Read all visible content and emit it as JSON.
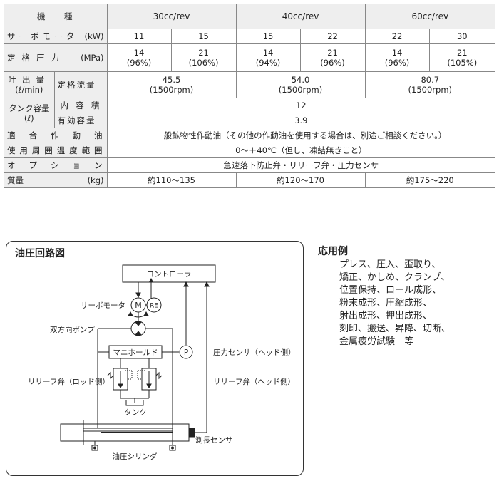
{
  "table": {
    "header": {
      "label": "機 種",
      "models": [
        "30cc/rev",
        "40cc/rev",
        "60cc/rev"
      ]
    },
    "servo_motor": {
      "label": "サーボモータ",
      "unit": "(kW)",
      "values": [
        "11",
        "15",
        "15",
        "22",
        "22",
        "30"
      ]
    },
    "rated_pressure": {
      "label": "定格圧力",
      "unit": "(MPa)",
      "values": [
        {
          "main": "14",
          "sub": "(96%)"
        },
        {
          "main": "21",
          "sub": "(106%)"
        },
        {
          "main": "14",
          "sub": "(94%)"
        },
        {
          "main": "21",
          "sub": "(96%)"
        },
        {
          "main": "14",
          "sub": "(96%)"
        },
        {
          "main": "21",
          "sub": "(105%)"
        }
      ]
    },
    "discharge": {
      "label": "吐出量",
      "unit": "(ℓ/min)",
      "sub_label": "定格流量",
      "values": [
        {
          "main": "45.5",
          "sub": "(1500rpm)"
        },
        {
          "main": "54.0",
          "sub": "(1500rpm)"
        },
        {
          "main": "80.7",
          "sub": "(1500rpm)"
        }
      ]
    },
    "tank": {
      "label": "タンク容量",
      "unit": "(ℓ)",
      "inner_label": "内容積",
      "inner_value": "12",
      "effective_label": "有効容量",
      "effective_value": "3.9"
    },
    "oil": {
      "label": "適合作動油",
      "value": "一般鉱物性作動油（その他の作動油を使用する場合は、別途ご相談ください。）"
    },
    "temperature": {
      "label": "使用周囲温度範囲",
      "value": "0～＋40℃（但し、凍結無きこと）"
    },
    "options": {
      "label": "オプション",
      "value": "急速落下防止弁・リリーフ弁・圧力センサ"
    },
    "mass": {
      "label": "質量",
      "unit": "(kg)",
      "values": [
        "約110～135",
        "約120～170",
        "約175～220"
      ]
    }
  },
  "circuit": {
    "title": "油圧回路図",
    "labels": {
      "controller": "コントローラ",
      "servo_motor": "サーボモータ",
      "motor_symbol": "M",
      "encoder_symbol": "RE",
      "pump": "双方向ポンプ",
      "manifold": "マニホールド",
      "pressure_symbol": "P",
      "pressure_sensor": "圧力センサ（ヘッド側）",
      "relief_rod": "リリーフ弁（ロッド側）",
      "relief_head": "リリーフ弁（ヘッド側）",
      "tank": "タンク",
      "stroke_sensor": "測長センサ",
      "cylinder": "油圧シリンダ"
    }
  },
  "applications": {
    "title": "応用例",
    "lines": [
      "プレス、圧入、歪取り、",
      "矯正、かしめ、クランプ、",
      "位置保持、ロール成形、",
      "粉末成形、圧縮成形、",
      "射出成形、押出成形、",
      "刻印、搬送、昇降、切断、",
      "金属疲労試験　等"
    ]
  }
}
